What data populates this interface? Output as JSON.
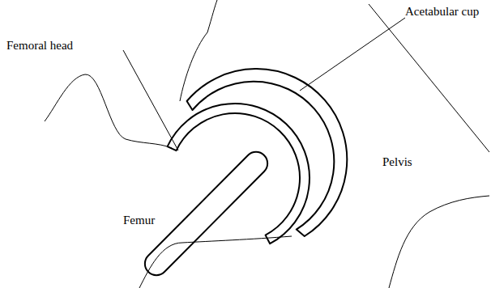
{
  "diagram": {
    "labels": [
      "Femoral head",
      "Acetabular cup",
      "Femur",
      "Pelvis"
    ]
  }
}
